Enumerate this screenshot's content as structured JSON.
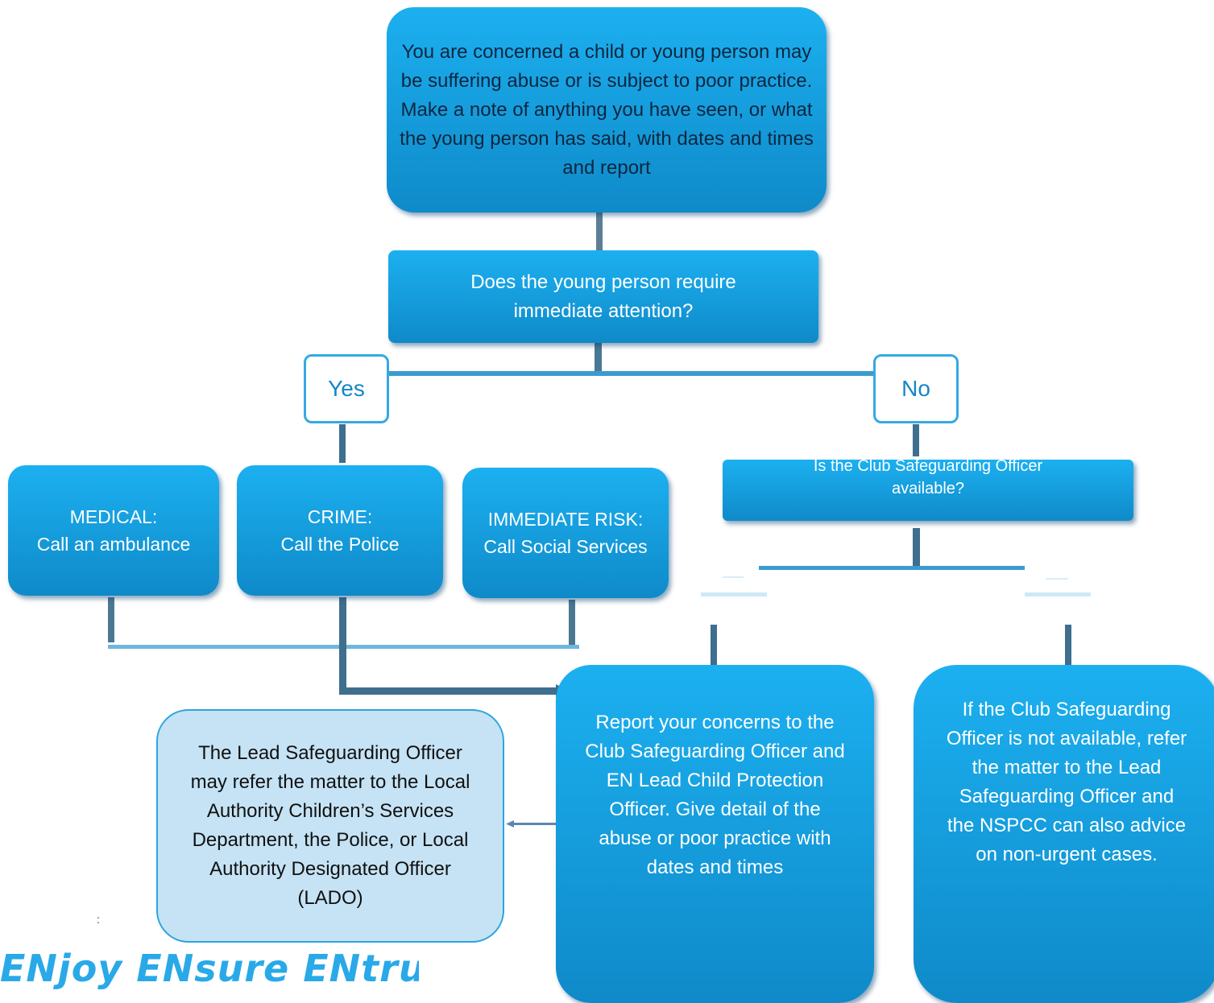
{
  "nodes": {
    "concern": "You are concerned a child or young person may be suffering abuse or is subject to poor practice.\nMake a note of anything you have seen, or what the young person has said, with dates and times and report",
    "question": "Does the young person require\nimmediate attention?",
    "yes": "Yes",
    "no": "No",
    "medical": "MEDICAL:\nCall an ambulance",
    "crime": "CRIME:\nCall the Police",
    "risk": "IMMEDIATE RISK:\nCall Social Services",
    "officer_available": "Is the Club Safeguarding Officer\navailable?",
    "lead_officer": "The Lead Safeguarding Officer may refer the matter to the Local Authority Children’s Services Department, the Police, or Local Authority Designated Officer (LADO)",
    "report": "Report your concerns to the Club Safeguarding Officer and EN Lead Child Protection Officer. Give detail of the abuse or poor practice with dates and times",
    "not_available": "If the Club Safeguarding Officer is not available, refer the matter to the Lead Safeguarding Officer and the NSPCC can also advice on non-urgent cases."
  },
  "footer": {
    "logo_text": "ENjoy ENsure ENtrust",
    "logo_colors": {
      "primary": "#29a9e8",
      "secondary": "#9b2fae"
    },
    "marker": ":"
  },
  "colors": {
    "box": "#15a0e0",
    "connector": "#3a8fbf",
    "light_box": "#c5e3f5"
  }
}
